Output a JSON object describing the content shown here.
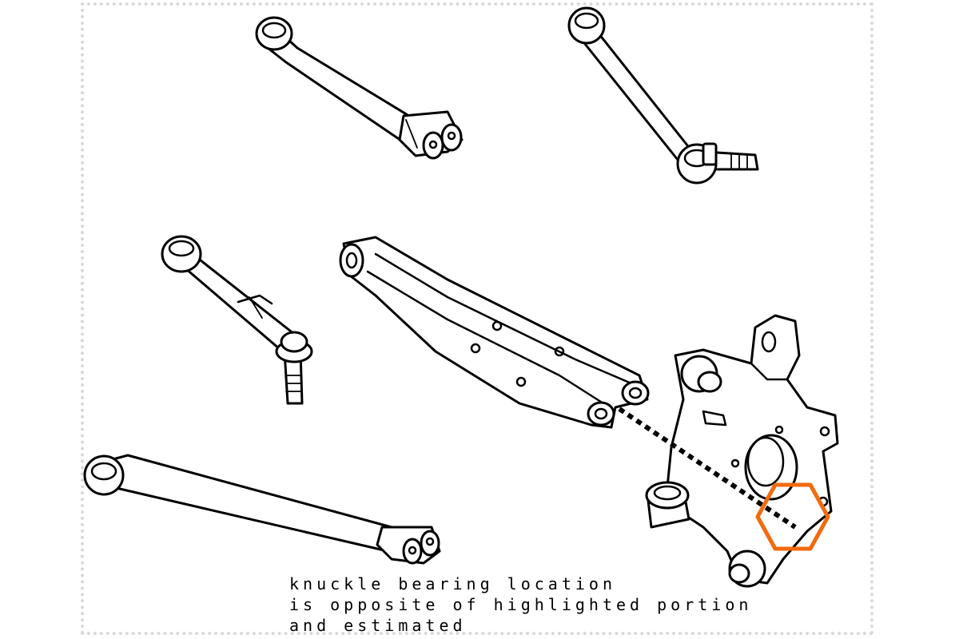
{
  "caption": {
    "line1": "knuckle bearing location",
    "line2": "is opposite of highlighted portion",
    "line3": "and estimated"
  },
  "colors": {
    "highlight": "#f26a0f",
    "line": "#000000",
    "frame_border": "#d9d9d9",
    "background": "#ffffff"
  },
  "parts": [
    "upper-control-arm",
    "toe-link-arm",
    "camber-link-arm",
    "lower-trailing-arm",
    "lower-control-arm",
    "steering-knuckle"
  ],
  "highlight_shape": "hexagon",
  "connector_style": "dotted"
}
